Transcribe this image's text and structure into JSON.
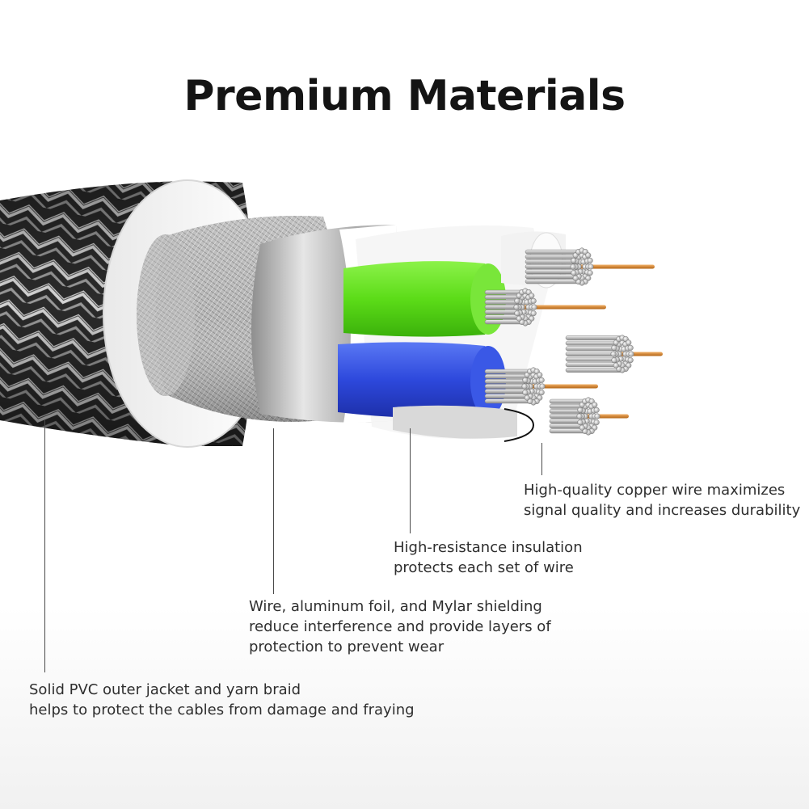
{
  "title": "Premium Materials",
  "callouts": {
    "copper": {
      "line1": "High-quality copper wire maximizes",
      "line2": "signal quality and increases durability"
    },
    "insulation": {
      "line1": "High-resistance insulation",
      "line2": "protects each set of wire"
    },
    "shielding": {
      "line1": "Wire, aluminum foil, and Mylar shielding",
      "line2": "reduce interference and provide layers of",
      "line3": "protection to prevent wear"
    },
    "jacket": {
      "line1": "Solid PVC outer jacket and yarn braid",
      "line2": "helps to protect the cables from damage and fraying"
    }
  },
  "colors": {
    "insulation_green": "#5fe01c",
    "insulation_blue": "#2f4fe0",
    "copper": "#d88a3a",
    "braid_dark": "#2a2a2a",
    "braid_light": "#cfcfcf"
  }
}
